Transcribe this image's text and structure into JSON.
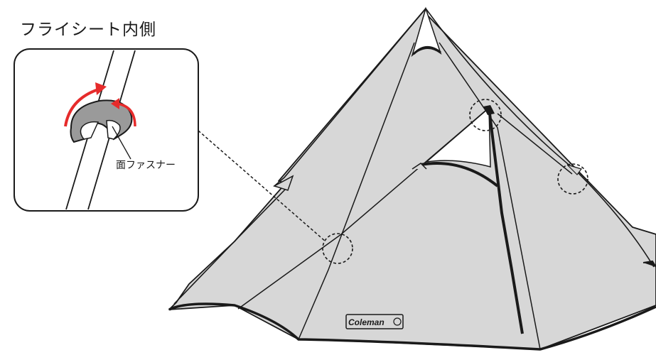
{
  "diagram": {
    "inset_title": "フライシート内側",
    "callout_label": "面ファスナー",
    "brand_logo_text": "Coleman",
    "colors": {
      "tent_fill": "#d7d7d7",
      "outline": "#1a1a1a",
      "arrow": "#e62b2b",
      "strap_fill": "#9a9a9a",
      "background": "#ffffff"
    },
    "icons": [
      "rotation-arrow-icon",
      "rotation-arrow-icon",
      "dashed-circle-highlight"
    ]
  }
}
